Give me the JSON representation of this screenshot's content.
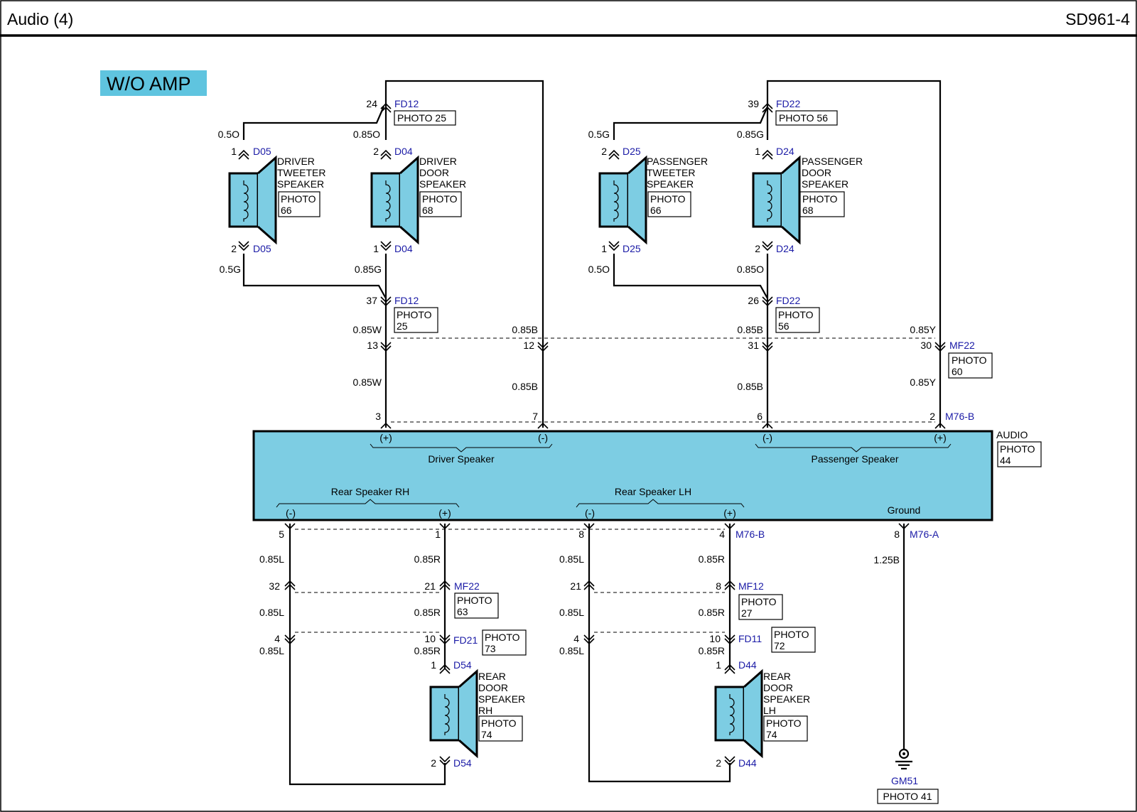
{
  "header": {
    "title": "Audio (4)",
    "code": "SD961-4"
  },
  "badge": "W/O AMP",
  "colors": {
    "component_fill": "#7dcde3",
    "connector_text": "#1a1aa6",
    "wire": "#000000"
  },
  "speakers": {
    "driver_tweeter": {
      "name": [
        "DRIVER",
        "TWEETER",
        "SPEAKER"
      ],
      "photo": [
        "PHOTO",
        "66"
      ],
      "conn_top": "D05",
      "pin_top": "1",
      "conn_bot": "D05",
      "pin_bot": "2",
      "wire_top": "0.5O",
      "wire_bot": "0.5G"
    },
    "driver_door": {
      "name": [
        "DRIVER",
        "DOOR",
        "SPEAKER"
      ],
      "photo": [
        "PHOTO",
        "68"
      ],
      "conn_top": "D04",
      "pin_top": "2",
      "conn_bot": "D04",
      "pin_bot": "1",
      "wire_top": "0.85O",
      "wire_bot": "0.85G"
    },
    "passenger_tweeter": {
      "name": [
        "PASSENGER",
        "TWEETER",
        "SPEAKER"
      ],
      "photo": [
        "PHOTO",
        "66"
      ],
      "conn_top": "D25",
      "pin_top": "2",
      "conn_bot": "D25",
      "pin_bot": "1",
      "wire_top": "0.5G",
      "wire_bot": "0.5O"
    },
    "passenger_door": {
      "name": [
        "PASSENGER",
        "DOOR",
        "SPEAKER"
      ],
      "photo": [
        "PHOTO",
        "68"
      ],
      "conn_top": "D24",
      "pin_top": "1",
      "conn_bot": "D24",
      "pin_bot": "2",
      "wire_top": "0.85G",
      "wire_bot": "0.85O"
    },
    "rear_rh": {
      "name": [
        "REAR",
        "DOOR",
        "SPEAKER",
        "RH"
      ],
      "photo": [
        "PHOTO",
        "74"
      ],
      "conn_top": "D54",
      "pin_top": "1",
      "conn_bot": "D54",
      "pin_bot": "2"
    },
    "rear_lh": {
      "name": [
        "REAR",
        "DOOR",
        "SPEAKER",
        "LH"
      ],
      "photo": [
        "PHOTO",
        "74"
      ],
      "conn_top": "D44",
      "pin_top": "1",
      "conn_bot": "D44",
      "pin_bot": "2"
    }
  },
  "connectors": {
    "fd12_top": {
      "name": "FD12",
      "pin": "24",
      "photo": "PHOTO 25"
    },
    "fd22_top": {
      "name": "FD22",
      "pin": "39",
      "photo": "PHOTO 56"
    },
    "fd12_bot": {
      "name": "FD12",
      "pin": "37",
      "photo": [
        "PHOTO",
        "25"
      ]
    },
    "fd22_bot": {
      "name": "FD22",
      "pin": "26",
      "photo": [
        "PHOTO",
        "56"
      ]
    },
    "mf22_top": {
      "name": "MF22",
      "photo": [
        "PHOTO",
        "60"
      ],
      "pins": [
        "13",
        "12",
        "31",
        "30"
      ]
    },
    "m76b_top": {
      "name": "M76-B",
      "pins": [
        "3",
        "7",
        "6",
        "2"
      ]
    },
    "m76b_bot": {
      "name": "M76-B",
      "pins": [
        "5",
        "1",
        "8",
        "4"
      ]
    },
    "m76a": {
      "name": "M76-A",
      "pin": "8"
    },
    "mf22_bot": {
      "name": "MF22",
      "photo": [
        "PHOTO",
        "63"
      ],
      "pin_l": "32",
      "pin_r": "21"
    },
    "mf12": {
      "name": "MF12",
      "photo": [
        "PHOTO",
        "27"
      ],
      "pin_l": "21",
      "pin_r": "8"
    },
    "fd21": {
      "name": "FD21",
      "photo": [
        "PHOTO",
        "73"
      ],
      "pin_l": "4",
      "pin_r": "10"
    },
    "fd11": {
      "name": "FD11",
      "photo": [
        "PHOTO",
        "72"
      ],
      "pin_l": "4",
      "pin_r": "10"
    },
    "gm51": {
      "name": "GM51",
      "photo": "PHOTO 41"
    }
  },
  "wires": {
    "w085W": "0.85W",
    "w085B": "0.85B",
    "w085Y": "0.85Y",
    "w085L": "0.85L",
    "w085R": "0.85R",
    "w125B": "1.25B"
  },
  "audio_unit": {
    "name": "AUDIO",
    "photo": [
      "PHOTO",
      "44"
    ],
    "driver_speaker": "Driver Speaker",
    "passenger_speaker": "Passenger Speaker",
    "rear_rh": "Rear Speaker RH",
    "rear_lh": "Rear Speaker LH",
    "ground": "Ground",
    "plus": "(+)",
    "minus": "(-)"
  }
}
